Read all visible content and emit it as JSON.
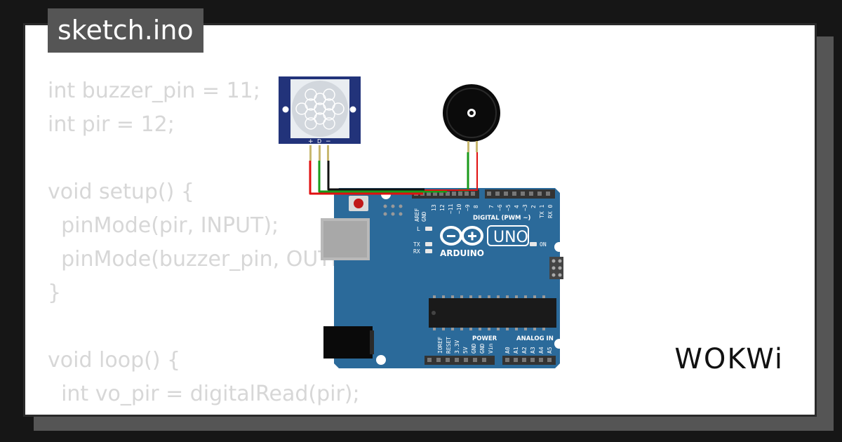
{
  "tab": {
    "title": "sketch.ino"
  },
  "code": {
    "lines": [
      "int buzzer_pin = 11;",
      "int pir = 12;",
      "",
      "void setup() {",
      "  pinMode(pir, INPUT);",
      "  pinMode(buzzer_pin, OUTPUT);",
      "}",
      "",
      "void loop() {",
      "  int vo_pir = digitalRead(pir);"
    ]
  },
  "pir": {
    "pin_labels": [
      "+",
      "D",
      "−"
    ]
  },
  "board": {
    "brand": "ARDUINO",
    "model": "UNO",
    "digital_label": "DIGITAL (PWM ~)",
    "power_label": "POWER",
    "analog_label": "ANALOG IN",
    "led_l": "L",
    "led_tx": "TX",
    "led_rx": "RX",
    "led_on": "ON",
    "top_pins": [
      "AREF",
      "GND",
      "13",
      "12",
      "~11",
      "~10",
      "~9",
      "8",
      "7",
      "~6",
      "~5",
      "4",
      "~3",
      "2",
      "TX 1",
      "RX 0"
    ],
    "power_pins": [
      "IOREF",
      "RESET",
      "3.3V",
      "5V",
      "GND",
      "GND",
      "Vin"
    ],
    "analog_pins": [
      "A0",
      "A1",
      "A2",
      "A3",
      "A4",
      "A5"
    ]
  },
  "brand": {
    "logo": "WOKWi"
  },
  "colors": {
    "board": "#2b6a9a",
    "wire_red": "#e01010",
    "wire_green": "#1a9a1a",
    "wire_black": "#111111",
    "pir_blue": "#22337a"
  }
}
